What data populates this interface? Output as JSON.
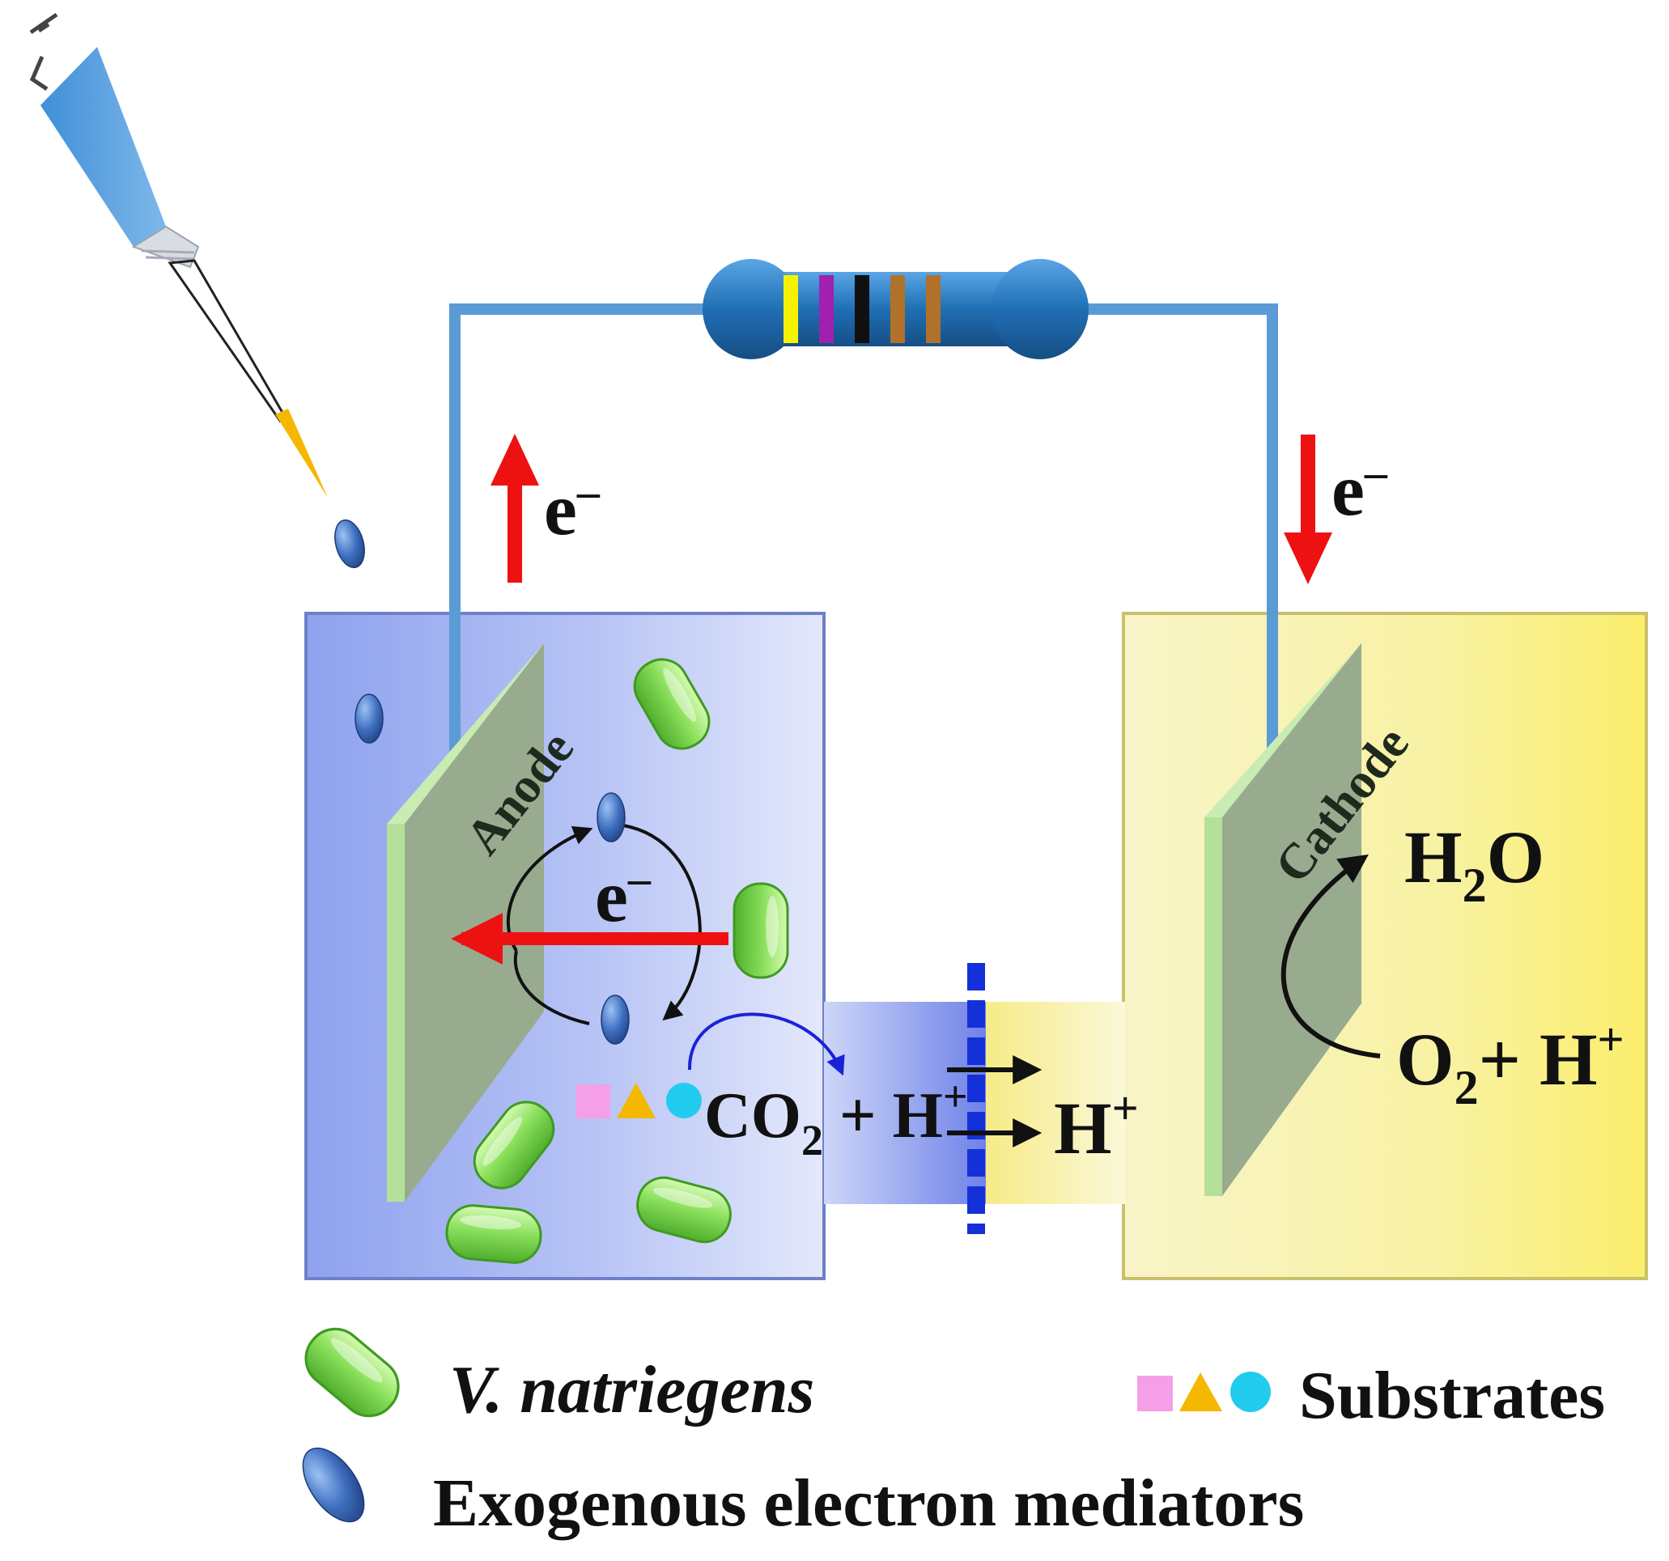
{
  "labels": {
    "electron_top_left": "e",
    "electron_top_right": "e",
    "electron_inner": "e",
    "electron_superscript": "–",
    "anode": "Anode",
    "cathode": "Cathode",
    "water": {
      "main": "H",
      "sub": "2",
      "tail": "O"
    },
    "oxygen": {
      "main": "O",
      "sub": "2",
      "mid": "+ H",
      "sup": "+"
    },
    "co2": {
      "main": "CO",
      "sub": "2",
      "mid": " + H",
      "sup": "+"
    },
    "proton": {
      "main": "H",
      "sup": "+"
    }
  },
  "legend": {
    "bacteria": "V. natriegens",
    "mediator": "Exogenous electron mediators",
    "substrates": "Substrates"
  },
  "colors": {
    "anode_chamber": "#9fb0f0",
    "cathode_chamber": "#f7f2a8",
    "wire": "#5b9bd5",
    "electron_arrow": "#ee1111",
    "bacteria": "#8be05c",
    "mediator": "#3f6fc0",
    "membrane": "#1430d8",
    "substrate_square": "#f5a0e6",
    "substrate_triangle": "#f5b800",
    "substrate_circle": "#22ccee",
    "electrode_face": "#9aae90",
    "electrode_edge": "#c5e8b0"
  },
  "resistor_bands": [
    "#f5f200",
    "#a020b0",
    "#101010",
    "#b0722a",
    "#b0722a"
  ]
}
